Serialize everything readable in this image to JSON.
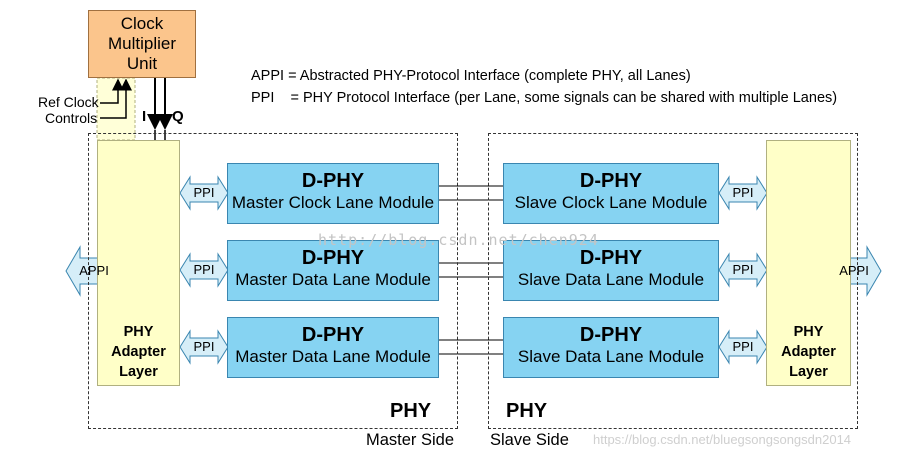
{
  "clock_multiplier": {
    "label": "Clock\nMultiplier\nUnit"
  },
  "legend": {
    "appi_line": "APPI = Abstracted PHY-Protocol Interface (complete PHY, all Lanes)",
    "ppi_line": "PPI    = PHY Protocol Interface (per Lane, some signals can be shared with multiple Lanes)"
  },
  "inputs": {
    "ref_clock": "Ref Clock",
    "controls": "Controls",
    "i": "I",
    "q": "Q"
  },
  "master": {
    "phy": "PHY",
    "side": "Master Side",
    "adapter": "PHY\nAdapter\nLayer",
    "appi": "APPI",
    "ppi": [
      "PPI",
      "PPI",
      "PPI"
    ],
    "modules": [
      {
        "title": "D-PHY",
        "sub": "Master Clock Lane Module"
      },
      {
        "title": "D-PHY",
        "sub": "Master Data Lane Module"
      },
      {
        "title": "D-PHY",
        "sub": "Master Data Lane Module"
      }
    ]
  },
  "slave": {
    "phy": "PHY",
    "side": "Slave Side",
    "adapter": "PHY\nAdapter\nLayer",
    "appi": "APPI",
    "ppi": [
      "PPI",
      "PPI",
      "PPI"
    ],
    "modules": [
      {
        "title": "D-PHY",
        "sub": "Slave Clock Lane Module"
      },
      {
        "title": "D-PHY",
        "sub": "Slave Data Lane Module"
      },
      {
        "title": "D-PHY",
        "sub": "Slave Data Lane Module"
      }
    ]
  },
  "watermarks": {
    "center": "http://blog.csdn.net/chen924",
    "corner": "https://blog.csdn.net/bluegsongsongsdn2014"
  }
}
